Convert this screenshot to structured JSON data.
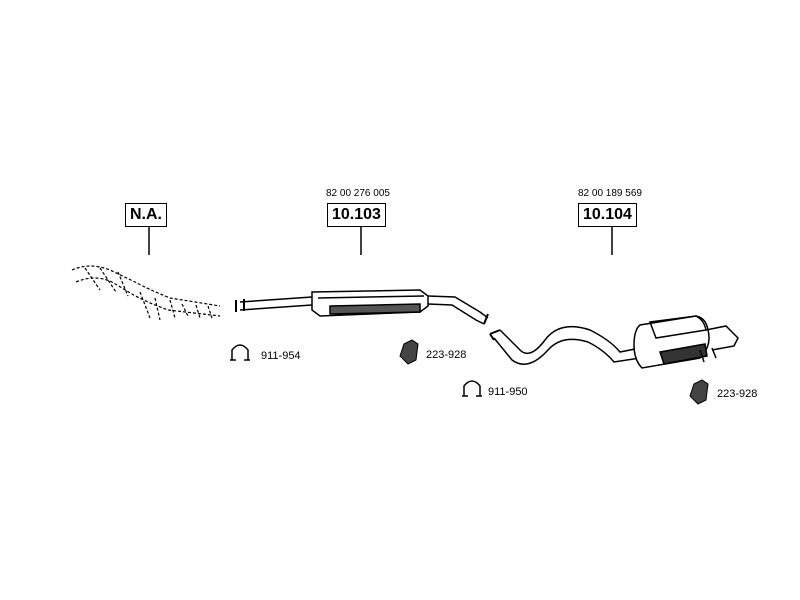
{
  "parts": [
    {
      "code": "N.A.",
      "ref": ""
    },
    {
      "code": "10.103",
      "ref": "82 00 276 005"
    },
    {
      "code": "10.104",
      "ref": "82 00 189 569"
    }
  ],
  "accessories": [
    {
      "icon": "clamp-icon",
      "label": "911-954"
    },
    {
      "icon": "bracket-icon",
      "label": "223-928"
    },
    {
      "icon": "clamp-icon",
      "label": "911-950"
    },
    {
      "icon": "bracket-icon",
      "label": "223-928"
    }
  ]
}
